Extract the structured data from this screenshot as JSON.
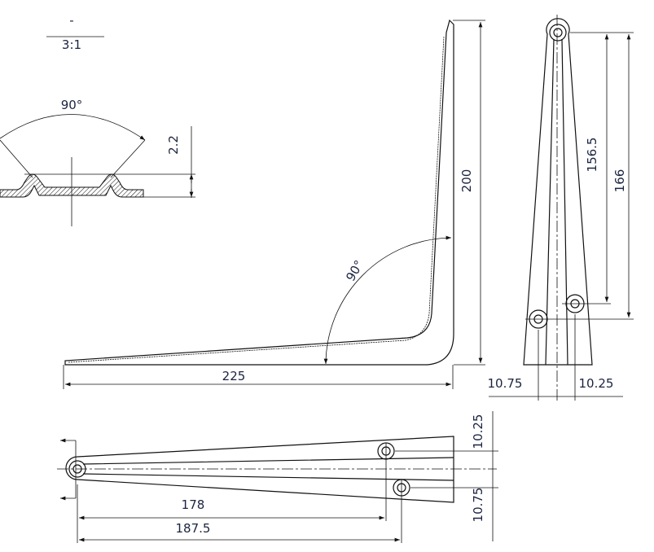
{
  "scale_label": {
    "name": "-",
    "scale": "3:1"
  },
  "section_view": {
    "angle": "90°",
    "height": "2.2"
  },
  "side_view": {
    "height": "200",
    "length": "225",
    "angle": "90°"
  },
  "front_view": {
    "hole_spacing_1": "156.5",
    "hole_spacing_2": "166",
    "offset_left": "10.75",
    "offset_right": "10.25"
  },
  "bottom_view": {
    "hole_distance_1": "178",
    "hole_distance_2": "187.5",
    "offset_top": "10.25",
    "offset_bottom": "10.75"
  }
}
